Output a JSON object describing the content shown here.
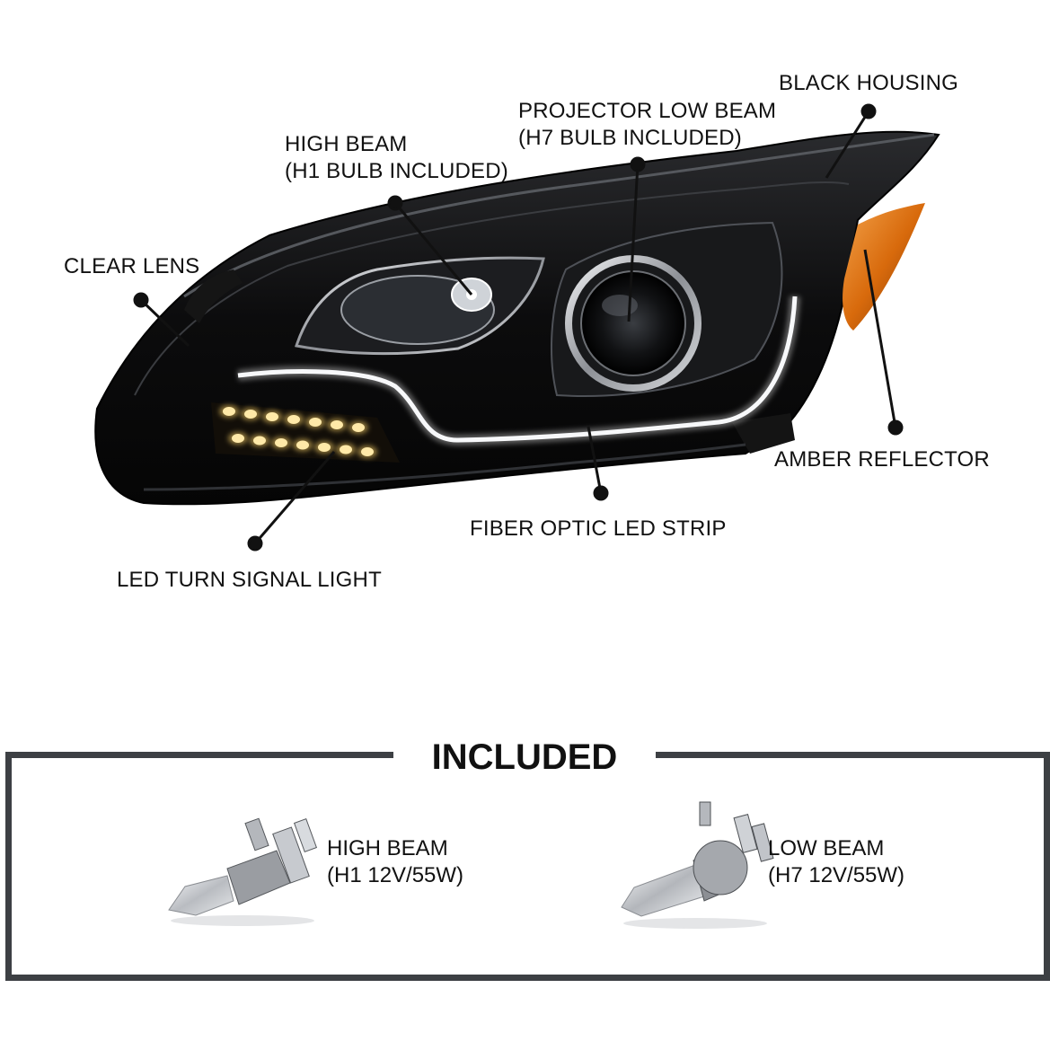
{
  "callouts": {
    "black_housing": {
      "line1": "BLACK HOUSING"
    },
    "projector_low_beam": {
      "line1": "PROJECTOR LOW BEAM",
      "line2": "(H7 BULB INCLUDED)"
    },
    "high_beam": {
      "line1": "HIGH BEAM",
      "line2": "(H1 BULB INCLUDED)"
    },
    "clear_lens": {
      "line1": "CLEAR LENS"
    },
    "amber_reflector": {
      "line1": "AMBER REFLECTOR"
    },
    "fiber_optic": {
      "line1": "FIBER OPTIC LED STRIP"
    },
    "led_turn_signal": {
      "line1": "LED TURN SIGNAL LIGHT"
    }
  },
  "included": {
    "title": "INCLUDED",
    "high_beam": {
      "line1": "HIGH BEAM",
      "line2": "(H1 12V/55W)"
    },
    "low_beam": {
      "line1": "LOW BEAM",
      "line2": "(H7 12V/55W)"
    }
  },
  "colors": {
    "housing": "#0b0b0c",
    "chrome": "#c9ccd0",
    "amber": "#e07a12",
    "led_glow": "#ffd66b",
    "frame": "#3d4044"
  },
  "icons": {
    "headlight": "headlight-assembly-illustration",
    "h1_bulb": "h1-bulb-icon",
    "h7_bulb": "h7-bulb-icon"
  }
}
